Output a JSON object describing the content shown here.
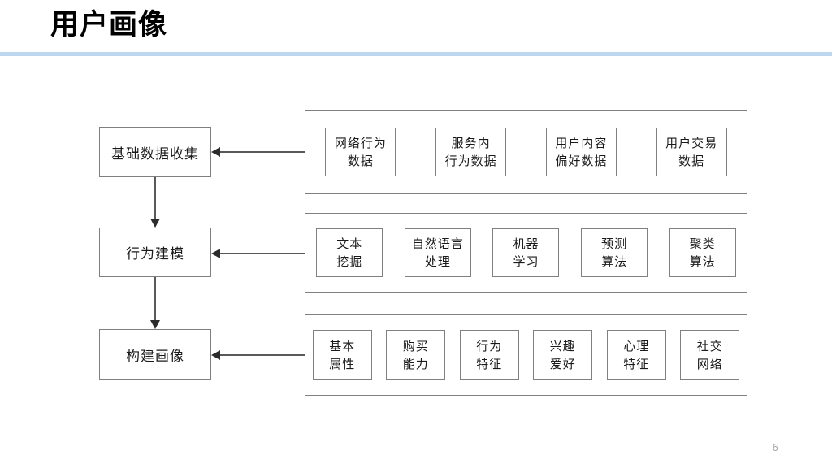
{
  "slide": {
    "title": "用户画像",
    "page_number": "6",
    "rule_color": "#bdd7ee",
    "line_color": "#808080",
    "text_color": "#1a1a1a"
  },
  "diagram": {
    "stages": [
      {
        "label": "基础数据收集"
      },
      {
        "label": "行为建模"
      },
      {
        "label": "构建画像"
      }
    ],
    "groups": [
      {
        "name": "data-sources",
        "items": [
          {
            "lines": [
              "网络行为",
              "数据"
            ]
          },
          {
            "lines": [
              "服务内",
              "行为数据"
            ]
          },
          {
            "lines": [
              "用户内容",
              "偏好数据"
            ]
          },
          {
            "lines": [
              "用户交易",
              "数据"
            ]
          }
        ]
      },
      {
        "name": "modeling-methods",
        "items": [
          {
            "lines": [
              "文本",
              "挖掘"
            ]
          },
          {
            "lines": [
              "自然语言",
              "处理"
            ]
          },
          {
            "lines": [
              "机器",
              "学习"
            ]
          },
          {
            "lines": [
              "预测",
              "算法"
            ]
          },
          {
            "lines": [
              "聚类",
              "算法"
            ]
          }
        ]
      },
      {
        "name": "profile-dimensions",
        "items": [
          {
            "lines": [
              "基本",
              "属性"
            ]
          },
          {
            "lines": [
              "购买",
              "能力"
            ]
          },
          {
            "lines": [
              "行为",
              "特征"
            ]
          },
          {
            "lines": [
              "兴趣",
              "爱好"
            ]
          },
          {
            "lines": [
              "心理",
              "特征"
            ]
          },
          {
            "lines": [
              "社交",
              "网络"
            ]
          }
        ]
      }
    ]
  }
}
